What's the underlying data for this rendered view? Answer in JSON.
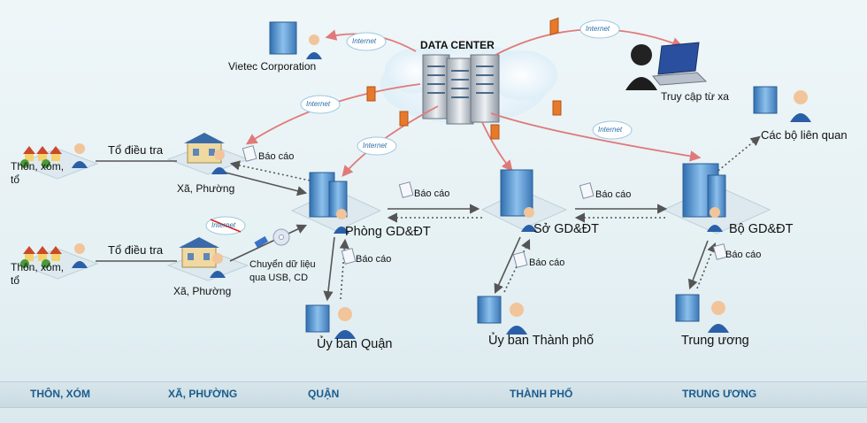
{
  "header": {
    "data_center": "DATA CENTER"
  },
  "nodes": {
    "vietec": "Vietec Corporation",
    "remote_access": "Truy cập từ xa",
    "ministries": "Các bộ liên quan",
    "villages_top": "Thôn, xóm, tổ",
    "villages_bottom": "Thôn, xóm, tổ",
    "ward_top": "Xã, Phường",
    "ward_bottom": "Xã, Phường",
    "district_office": "Phòng GD&ĐT",
    "province_dept": "Sở GD&ĐT",
    "ministry": "Bộ GD&ĐT",
    "district_committee": "Ủy ban Quận",
    "city_committee": "Ủy ban Thành phố",
    "central": "Trung ương"
  },
  "labels": {
    "survey_team": "Tổ điều tra",
    "report": "Báo cáo",
    "internet": "Internet",
    "usb_transfer": "Chuyển dữ liệu qua USB, CD"
  },
  "footer": [
    "THÔN, XÓM",
    "XÃ, PHƯỜNG",
    "QUẬN",
    "THÀNH PHỐ",
    "TRUNG ƯƠNG"
  ],
  "colors": {
    "internet_arrow": "#e07a7a",
    "data_arrow": "#555555",
    "firewall": "#e8792b",
    "building": "#4d8fc9",
    "footer_text": "#1a5c8e"
  }
}
